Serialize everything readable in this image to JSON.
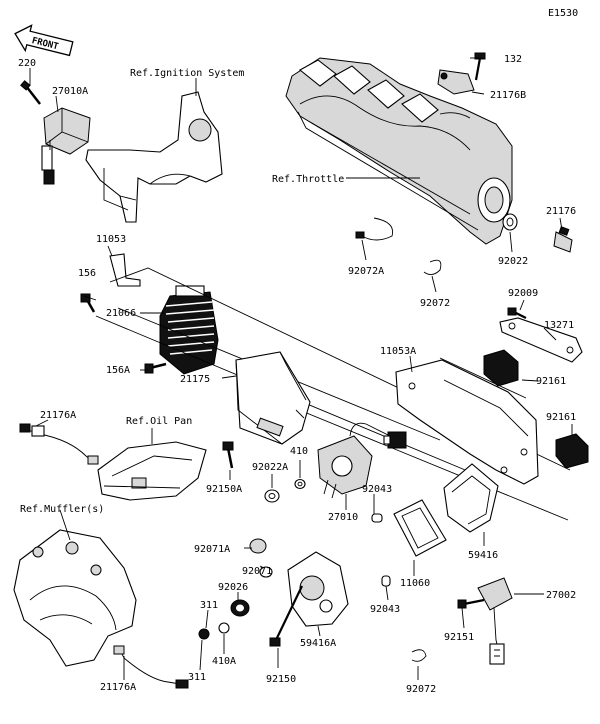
{
  "diagram_code": "E1530",
  "front_label": "FRONT",
  "refs": {
    "ignition": "Ref.Ignition System",
    "throttle": "Ref.Throttle",
    "oil_pan": "Ref.Oil Pan",
    "muffler": "Ref.Muffler(s)"
  },
  "parts": [
    {
      "id": "p132",
      "label": "132"
    },
    {
      "id": "p21176B",
      "label": "21176B"
    },
    {
      "id": "p220",
      "label": "220"
    },
    {
      "id": "p27010A",
      "label": "27010A"
    },
    {
      "id": "p11053",
      "label": "11053"
    },
    {
      "id": "p156",
      "label": "156"
    },
    {
      "id": "p21066",
      "label": "21066"
    },
    {
      "id": "p156A",
      "label": "156A"
    },
    {
      "id": "p21175",
      "label": "21175"
    },
    {
      "id": "p21176A_top",
      "label": "21176A"
    },
    {
      "id": "p92150A",
      "label": "92150A"
    },
    {
      "id": "p410",
      "label": "410"
    },
    {
      "id": "p92022A",
      "label": "92022A"
    },
    {
      "id": "p27010",
      "label": "27010"
    },
    {
      "id": "p92043_a",
      "label": "92043"
    },
    {
      "id": "p11060",
      "label": "11060"
    },
    {
      "id": "p59416",
      "label": "59416"
    },
    {
      "id": "p21176",
      "label": "21176"
    },
    {
      "id": "p92022",
      "label": "92022"
    },
    {
      "id": "p92072A",
      "label": "92072A"
    },
    {
      "id": "p92072_top",
      "label": "92072"
    },
    {
      "id": "p92009",
      "label": "92009"
    },
    {
      "id": "p13271",
      "label": "13271"
    },
    {
      "id": "p11053A",
      "label": "11053A"
    },
    {
      "id": "p92161_a",
      "label": "92161"
    },
    {
      "id": "p92161_b",
      "label": "92161"
    },
    {
      "id": "p92071A",
      "label": "92071A"
    },
    {
      "id": "p92071",
      "label": "92071"
    },
    {
      "id": "p92026",
      "label": "92026"
    },
    {
      "id": "p311_a",
      "label": "311"
    },
    {
      "id": "p410A",
      "label": "410A"
    },
    {
      "id": "p311_b",
      "label": "311"
    },
    {
      "id": "p59416A",
      "label": "59416A"
    },
    {
      "id": "p92150",
      "label": "92150"
    },
    {
      "id": "p92043_b",
      "label": "92043"
    },
    {
      "id": "p27002",
      "label": "27002"
    },
    {
      "id": "p92151",
      "label": "92151"
    },
    {
      "id": "p92072_bot",
      "label": "92072"
    },
    {
      "id": "p21176A_bot",
      "label": "21176A"
    }
  ]
}
